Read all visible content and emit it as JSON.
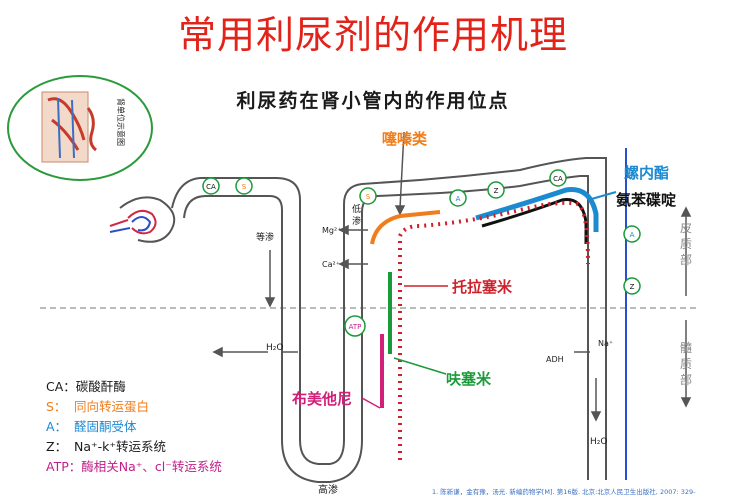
{
  "title": "常用利尿剂的作用机理",
  "subtitle": "利尿药在肾小管内的作用位点",
  "thumbnail_caption": "肾单位示意图",
  "drugs": {
    "thiazide": "噻嗪类",
    "spironolactone": "螺内酯",
    "triamterene": "氨苯碟啶",
    "tolrasemide": "托拉塞米",
    "furosemide": "呋塞米",
    "bumetanide": "布美他尼"
  },
  "labels": {
    "isotonic": "等渗",
    "hypertonic": "高渗",
    "low_perm": "低\n渗",
    "h2o": "H₂O",
    "adh": "ADH",
    "na": "Na⁺",
    "mg": "Mg²⁺",
    "ca": "Ca²⁺",
    "cortex": "皮质部",
    "medulla": "髓质部"
  },
  "transporters": {
    "ca": "CA",
    "s": "S",
    "a": "A",
    "z": "Z",
    "atp": "ATP"
  },
  "legend": [
    {
      "key": "CA：",
      "text": "碳酸酐酶",
      "color": "#1a1a1a"
    },
    {
      "key": "S：",
      "text": "同向转运蛋白",
      "color": "#f07d1b"
    },
    {
      "key": "A：",
      "text": "醛固酮受体",
      "color": "#1c8ad0"
    },
    {
      "key": "Z：",
      "text": "Na⁺-k⁺转运系统",
      "color": "#1a1a1a"
    },
    {
      "key": "ATP：",
      "text": "酶相关Na⁺、cl⁻转运系统",
      "color": "#c0208a"
    }
  ],
  "reference": "1. 陈新谦，金有豫，汤光. 新编药物学[M]. 第16版. 北京:北京人民卫生出版社, 2007: 329-",
  "colors": {
    "title": "#e2231a",
    "thiazide": "#f07d1b",
    "spironolactone": "#1c8ad0",
    "triamterene": "#111111",
    "tolrasemide": "#d0202a",
    "furosemide": "#1a9a3a",
    "bumetanide": "#d0207a"
  }
}
